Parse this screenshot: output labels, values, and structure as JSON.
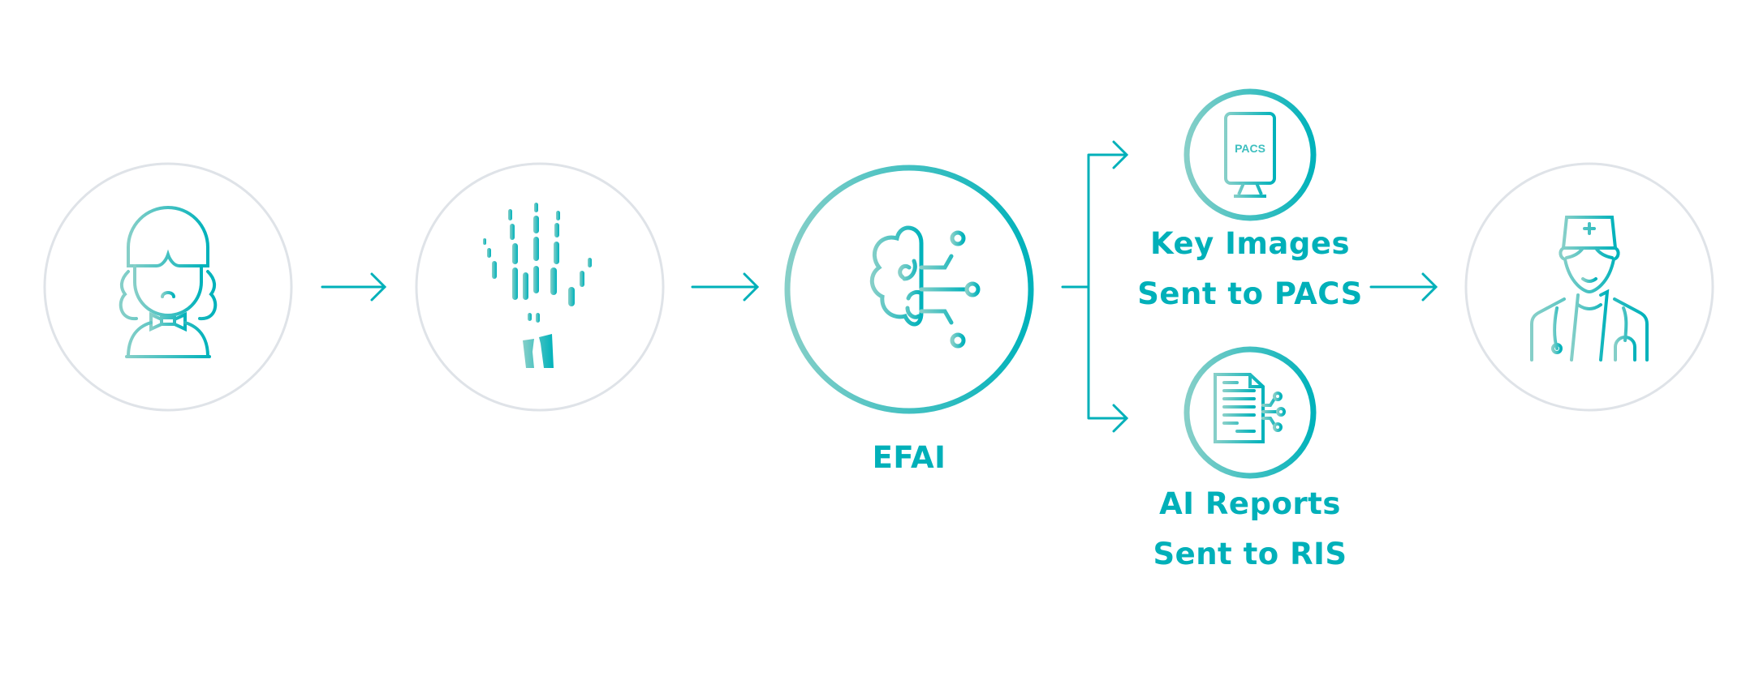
{
  "colors": {
    "accent": "#00b0b9",
    "accent_light": "#80cdc7",
    "neutral_ring": "#dfe3e8"
  },
  "steps": [
    {
      "id": "patient",
      "icon": "patient-girl-icon"
    },
    {
      "id": "xray",
      "icon": "hand-xray-icon"
    },
    {
      "id": "efai",
      "icon": "ai-brain-icon",
      "label": "EFAI"
    },
    {
      "id": "pacs",
      "icon": "pacs-monitor-icon",
      "label_line1": "Key Images",
      "label_line2": "Sent to PACS",
      "icon_text": "PACS"
    },
    {
      "id": "ris",
      "icon": "ai-report-icon",
      "label_line1": "AI Reports",
      "label_line2": "Sent to RIS"
    },
    {
      "id": "doctor",
      "icon": "doctor-icon"
    }
  ]
}
